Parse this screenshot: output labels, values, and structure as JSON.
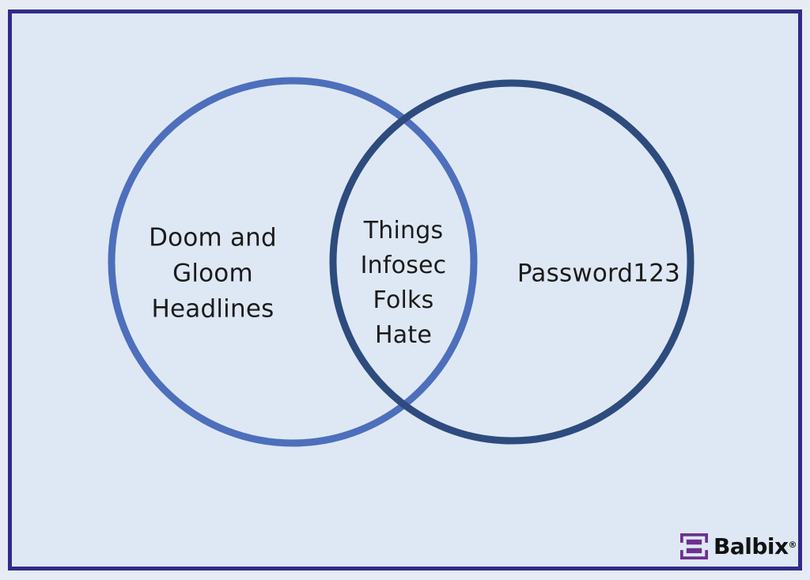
{
  "page": {
    "outer_background": "#e7ebf4"
  },
  "frame": {
    "background": "#dee8f4",
    "border_color": "#312b8a"
  },
  "venn": {
    "text_color": "#1b1b1b",
    "left_circle": {
      "label": "Doom and\nGloom\nHeadlines",
      "color": "#4d6fbc"
    },
    "right_circle": {
      "label": "Password123",
      "color": "#2e4b7e"
    },
    "intersection": {
      "label": "Things\nInfosec\nFolks\nHate"
    }
  },
  "logo": {
    "brand": "Balbix",
    "registered_mark": "®",
    "icon": "balbix-bracket-icon",
    "icon_color": "#6d2f90",
    "text_color": "#121212"
  }
}
